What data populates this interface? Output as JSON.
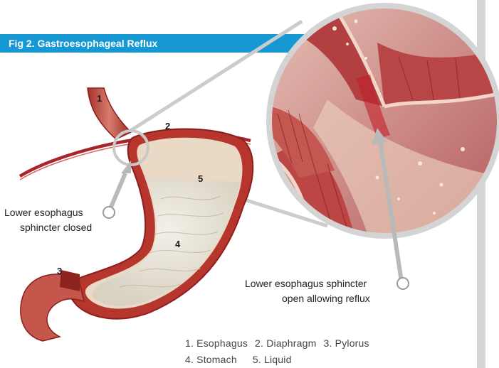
{
  "figure": {
    "title": "Fig 2. Gastroesophageal Reflux"
  },
  "markers": [
    "1",
    "2",
    "3",
    "4",
    "5"
  ],
  "callouts": {
    "closed": [
      "Lower esophagus",
      "sphincter closed"
    ],
    "open": [
      "Lower esophagus sphincter",
      "open allowing reflux"
    ]
  },
  "legend": {
    "row1": [
      "1. Esophagus",
      "2. Diaphragm",
      "3. Pylorus"
    ],
    "row2": [
      "4. Stomach",
      "5. Liquid"
    ]
  },
  "colors": {
    "accent": "#1598d3",
    "tissue": "#a9322c",
    "tissue_light": "#d97a6a",
    "lining": "#e9d8c2",
    "liquid": "#cfd6d6",
    "leader": "#b9b9b9",
    "sidebar": "#d4d4d4"
  }
}
